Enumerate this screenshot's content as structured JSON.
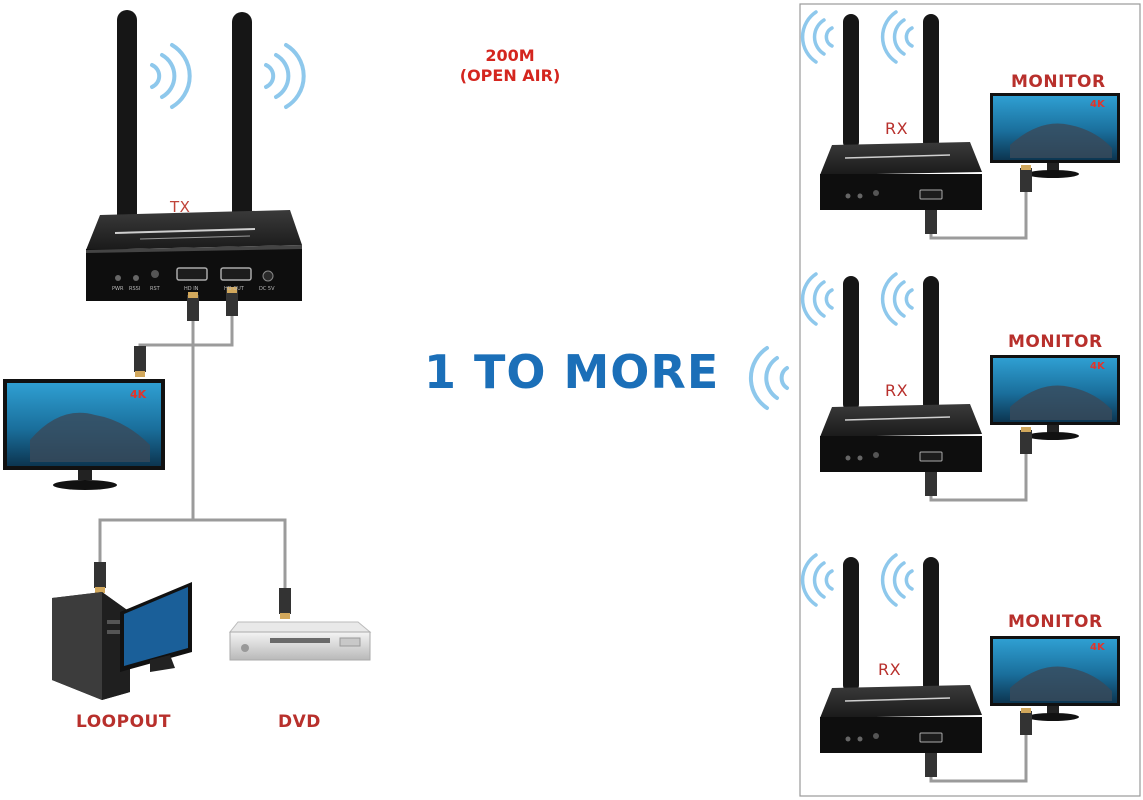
{
  "range": {
    "line1": "200M",
    "line2": "(OPEN AIR)"
  },
  "title": "1 TO MORE",
  "transmitter": {
    "label": "TX",
    "port_labels": [
      "PWR",
      "RSSI",
      "RST",
      "HD IN",
      "HD OUT",
      "DC 5V"
    ]
  },
  "sources": {
    "loopout_label": "LOOPOUT",
    "dvd_label": "DVD"
  },
  "local_monitor": {
    "badge": "4K"
  },
  "receivers": [
    {
      "label": "RX",
      "monitor_label": "MONITOR",
      "monitor_badge": "4K"
    },
    {
      "label": "RX",
      "monitor_label": "MONITOR",
      "monitor_badge": "4K"
    },
    {
      "label": "RX",
      "monitor_label": "MONITOR",
      "monitor_badge": "4K"
    }
  ],
  "colors": {
    "accent_red": "#b8302c",
    "title_blue": "#1b6fb8",
    "wifi_blue": "#8ec8ec"
  }
}
